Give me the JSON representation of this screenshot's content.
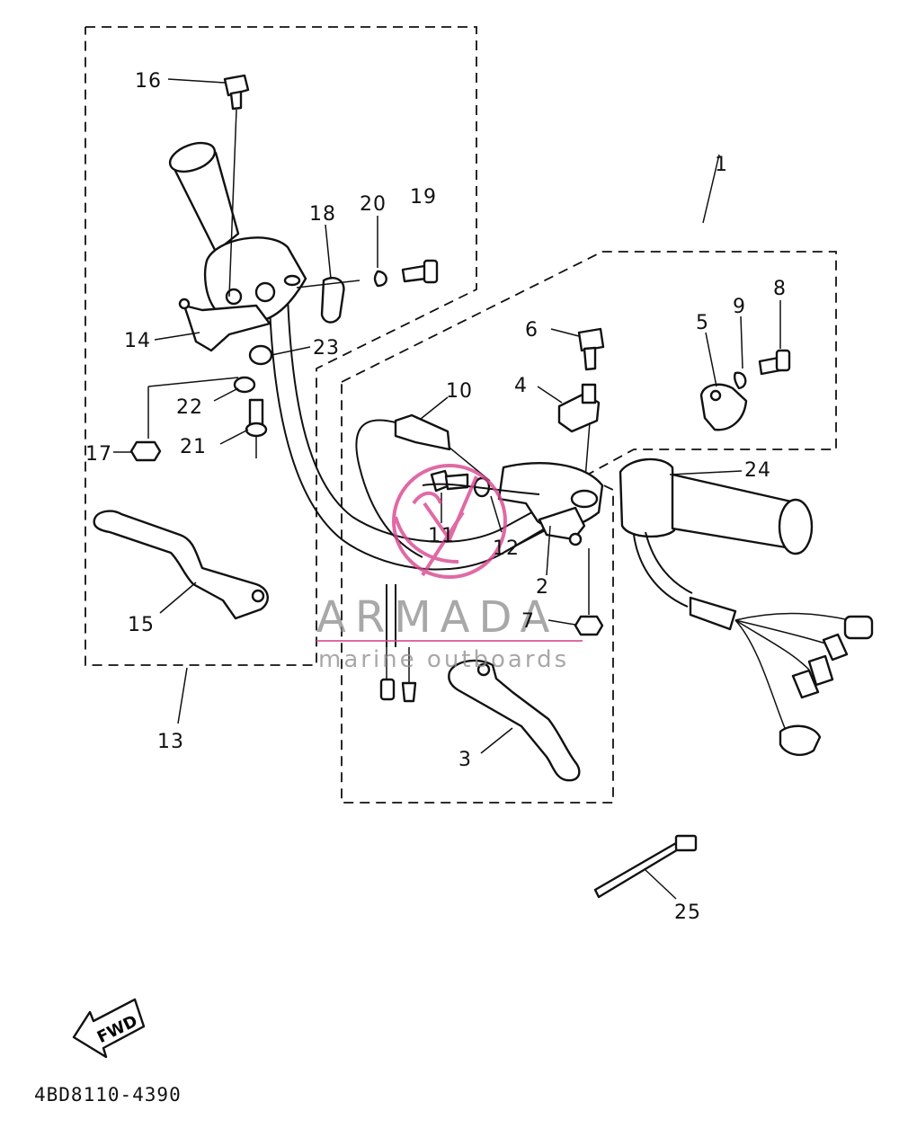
{
  "diagram": {
    "diagram_code": "4BD8110-4390",
    "direction_label": "FWD",
    "colors": {
      "ink": "#111111",
      "watermark_gray": "#8c8c8c",
      "watermark_pink": "#d9468f"
    },
    "watermark": {
      "brand": "ARMADA",
      "tagline": "marine outboards"
    },
    "callouts": {
      "p1": "1",
      "p2": "2",
      "p3": "3",
      "p4": "4",
      "p5": "5",
      "p6": "6",
      "p7": "7",
      "p8": "8",
      "p9": "9",
      "p10": "10",
      "p11": "11",
      "p12": "12",
      "p13": "13",
      "p14": "14",
      "p15": "15",
      "p16": "16",
      "p17": "17",
      "p18": "18",
      "p19": "19",
      "p20": "20",
      "p21": "21",
      "p22": "22",
      "p23": "23",
      "p24": "24",
      "p25": "25"
    }
  }
}
